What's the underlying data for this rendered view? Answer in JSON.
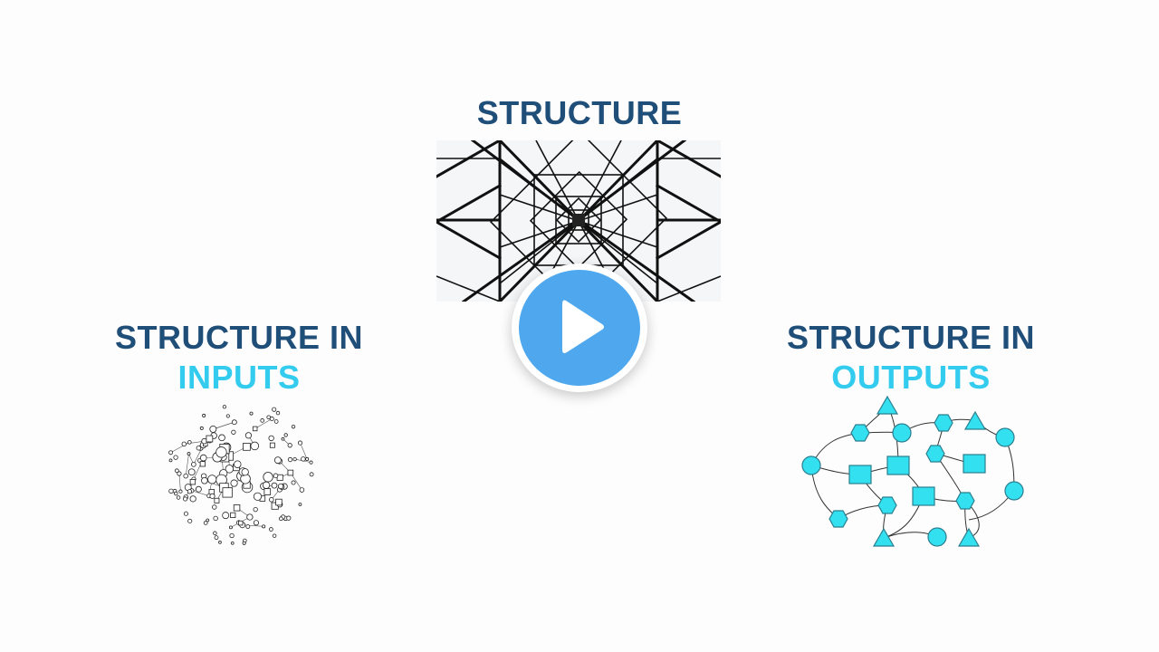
{
  "slide": {
    "center_title": "STRUCTURE",
    "left_title_line1": "STRUCTURE IN",
    "left_title_line2": "INPUTS",
    "right_title_line1": "STRUCTURE IN",
    "right_title_line2": "OUTPUTS"
  },
  "colors": {
    "title_dark_blue": "#1f4e79",
    "title_accent_cyan": "#33ccee",
    "play_button_blue": "#4fa8ee",
    "output_shape_fill": "#33e0f0"
  },
  "icons": {
    "play": "play-icon"
  }
}
